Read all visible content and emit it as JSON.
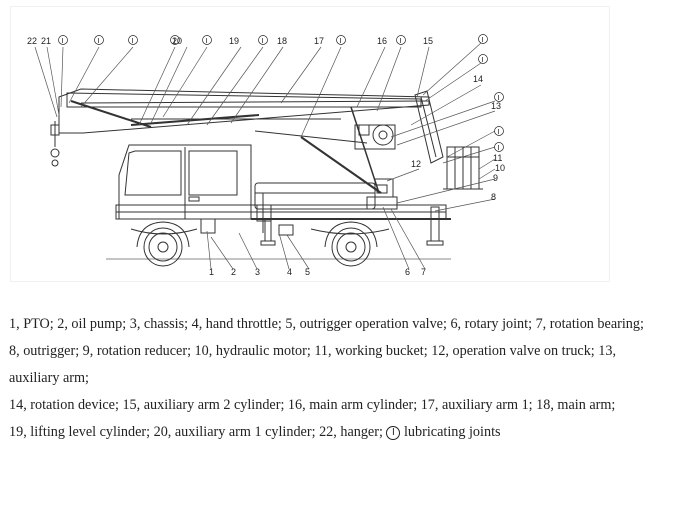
{
  "diagram": {
    "labels": {
      "l1": "1",
      "l2": "2",
      "l3": "3",
      "l4": "4",
      "l5": "5",
      "l6": "6",
      "l7": "7",
      "l8": "8",
      "l9": "9",
      "l10": "10",
      "l11": "11",
      "l12": "12",
      "l13": "13",
      "l14": "14",
      "l15": "15",
      "l16": "16",
      "l17": "17",
      "l18": "18",
      "l19": "19",
      "l20": "20",
      "l21": "21",
      "l22": "22"
    },
    "lube_symbol": "I"
  },
  "legend": {
    "line1": "1, PTO; 2, oil pump; 3, chassis; 4, hand throttle; 5, outrigger operation valve; 6, rotary joint; 7, rotation bearing;",
    "line2": "8, outrigger; 9, rotation reducer; 10, hydraulic motor; 11, working bucket; 12, operation valve on truck; 13, auxiliary arm;",
    "line3": "14, rotation device; 15, auxiliary arm 2 cylinder; 16, main arm cylinder; 17, auxiliary arm 1; 18, main arm;",
    "line4_prefix": "19, lifting level cylinder; 20, auxiliary arm 1 cylinder; 22, hanger;",
    "line4_symbol": "I",
    "line4_suffix": "lubricating joints"
  }
}
